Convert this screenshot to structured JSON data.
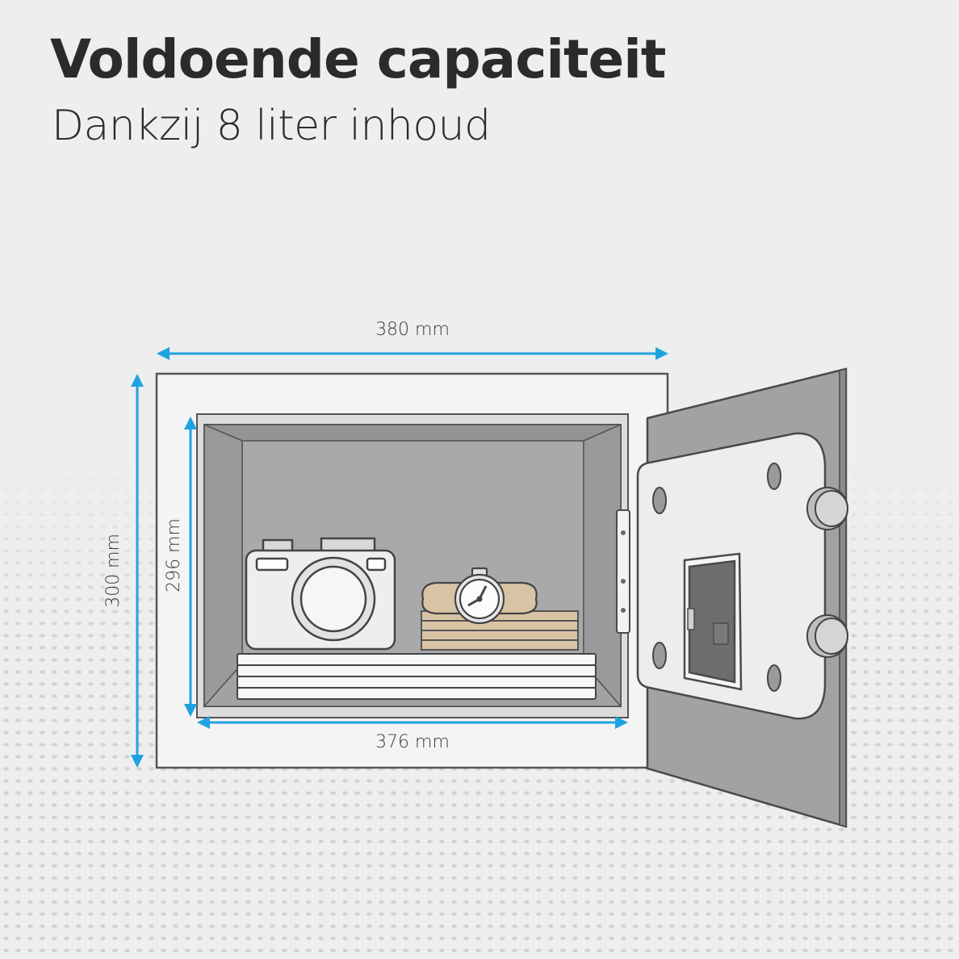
{
  "heading": {
    "title": "Voldoende capaciteit",
    "subtitle": "Dankzij 8 liter inhoud"
  },
  "dimensions": {
    "outer_width": "380 mm",
    "outer_height": "300 mm",
    "inner_height": "296 mm",
    "inner_width": "376 mm"
  },
  "colors": {
    "background": "#eeeeee",
    "dimension_arrow": "#1fa3e0",
    "title_text": "#2b2b2b",
    "safe_interior": "#9a9a9c"
  }
}
